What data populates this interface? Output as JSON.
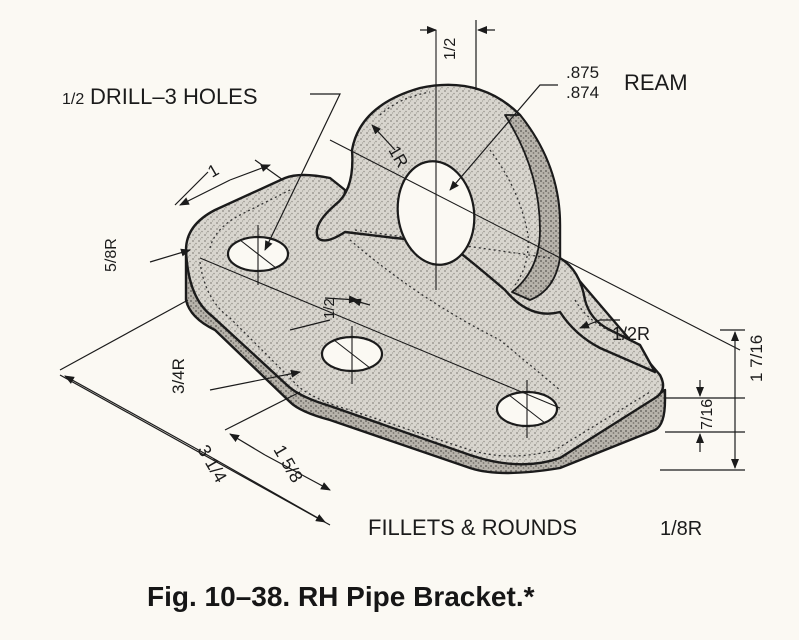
{
  "drawing": {
    "callouts": {
      "drill_fraction": "1/2",
      "drill_text": "DRILL–3 HOLES",
      "top_width": "1/2",
      "ream_upper": ".875",
      "ream_lower": ".874",
      "ream_text": "REAM",
      "boss_radius": "1R",
      "dim_1": "1",
      "corner_radius": "5/8R",
      "center_offset": "1/2",
      "small_radius": "3/4R",
      "fillet_radius": "1/2R",
      "height_total": "1 7/16",
      "base_thickness": "7/16",
      "overall_length": "3 1/4",
      "hole_spacing": "1 5/8"
    },
    "note": {
      "text": "FILLETS & ROUNDS",
      "value": "1/8R"
    }
  },
  "caption": "Fig. 10–38. RH Pipe Bracket.*",
  "colors": {
    "ink": "#1b1b1b",
    "paper": "#fbf9f3",
    "stipple": "#c9c6bf"
  }
}
